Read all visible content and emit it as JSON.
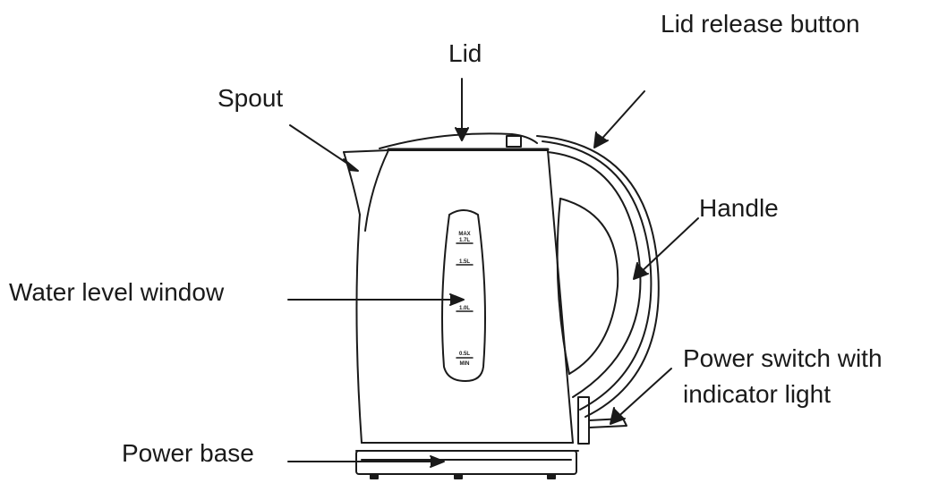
{
  "labels": {
    "lid": "Lid",
    "lid_release_button": "Lid release button",
    "spout": "Spout",
    "handle": "Handle",
    "water_level_window": "Water level window",
    "power_switch_line1": "Power switch with",
    "power_switch_line2": "indicator light",
    "power_base": "Power base"
  },
  "gauge": {
    "max_top": "MAX",
    "max_bottom": "1.7L",
    "mark_1": "1.5L",
    "mark_2": "1.0L",
    "min_top": "0.5L",
    "min_bottom": "MIN"
  },
  "colors": {
    "line": "#1a1a1a",
    "background": "#ffffff"
  }
}
